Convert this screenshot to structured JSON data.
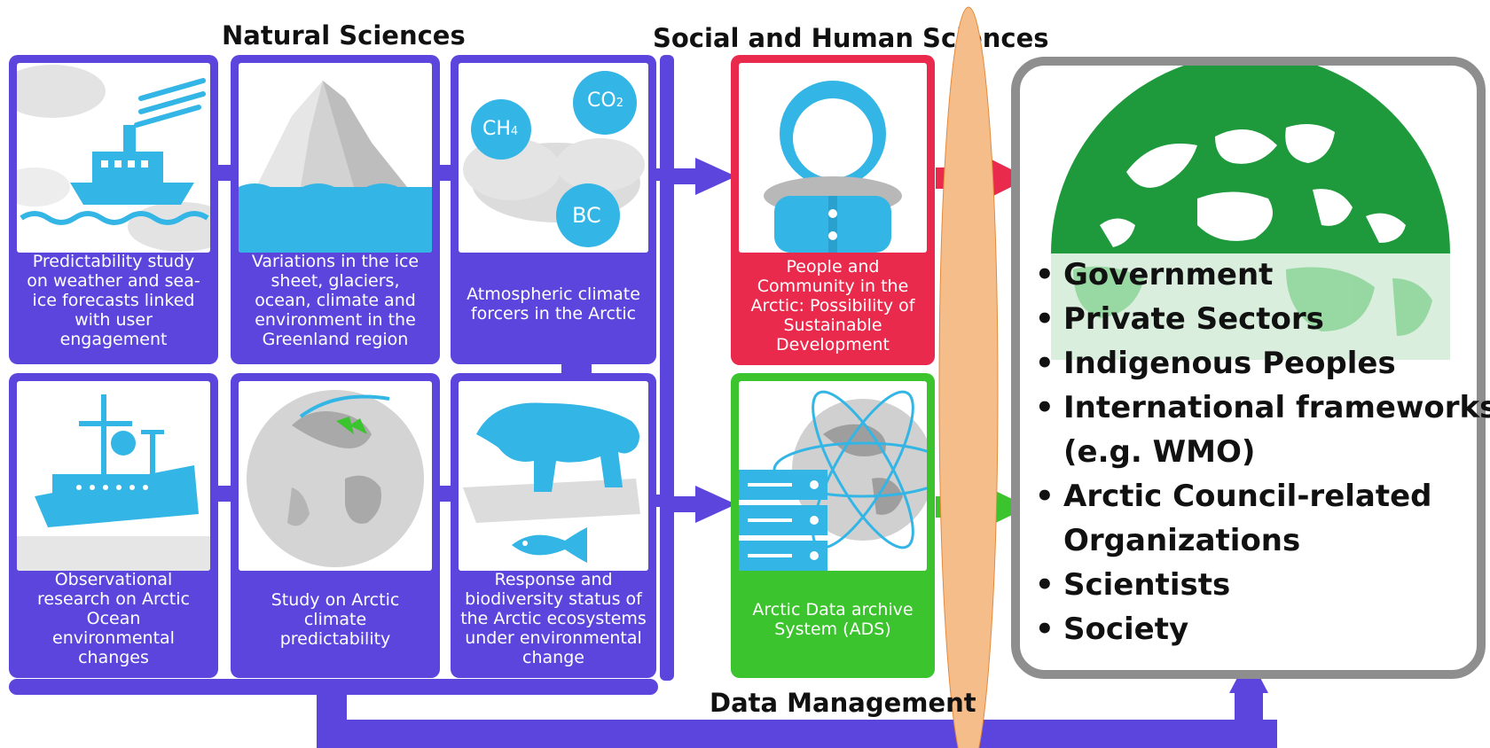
{
  "headings": {
    "natural_sciences": "Natural Sciences",
    "social_human_sciences": "Social and Human Sciences",
    "data_management": "Data Management"
  },
  "cards": {
    "weather_seaice": "Predictability study\non weather and sea-\nice forecasts linked\nwith user\nengagement",
    "ice_sheet": "Variations in the ice\nsheet, glaciers,\nocean, climate and\nenvironment in the\nGreenland region",
    "atmospheric": "Atmospheric climate\nforcers in the Arctic",
    "observational": "Observational\nresearch on Arctic\nOcean\nenvironmental\nchanges",
    "predictability": "Study on Arctic\nclimate\npredictability",
    "ecosystems": "Response and\nbiodiversity status of\nthe Arctic ecosystems\nunder environmental\nchange",
    "people": "People and\nCommunity in the\nArctic: Possibility of\nSustainable\nDevelopment",
    "ads": "Arctic Data archive\nSystem (ADS)"
  },
  "gas_labels": {
    "ch4": "CH",
    "ch4_sub": "4",
    "co2": "CO",
    "co2_sub": "2",
    "bc": "BC"
  },
  "audience": [
    "Government",
    "Private Sectors",
    "Indigenous Peoples",
    "International frameworks",
    "(e.g. WMO)",
    "Arctic Council-related",
    "Organizations",
    "Scientists",
    "Society"
  ],
  "bullet": "•",
  "colors": {
    "natural_sciences": "#5b45dd",
    "social_people": "#ea2a4c",
    "data_archive": "#3bc42e",
    "illustration_blue": "#33b5e5",
    "globe_green": "#1e9a3c",
    "divider_orange": "#f5bd8a",
    "outcome_border": "#8e8e8e"
  }
}
